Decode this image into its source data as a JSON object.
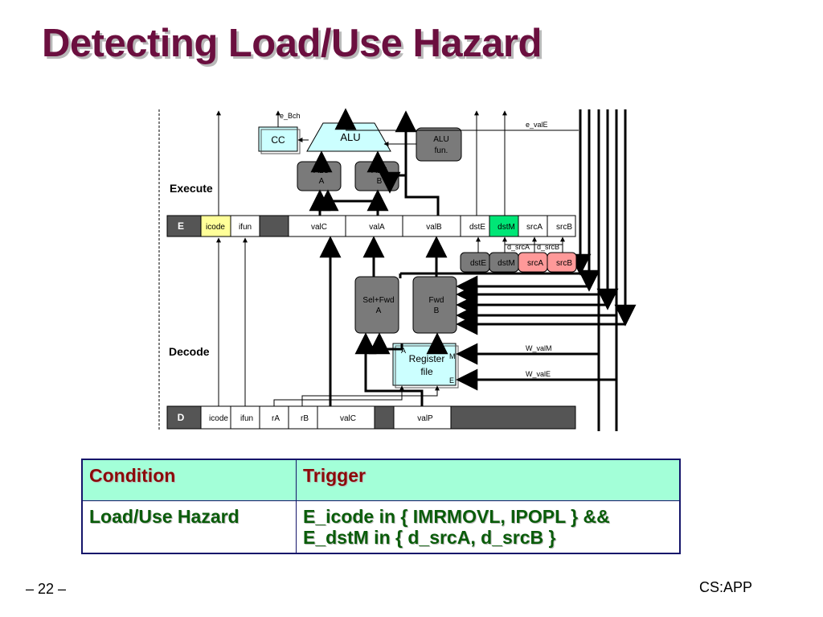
{
  "slide": {
    "title": "Detecting Load/Use Hazard",
    "page_number": "– 22 –",
    "brand": "CS:APP"
  },
  "diagram": {
    "stage_execute": "Execute",
    "stage_decode": "Decode",
    "e_bch": "e_Bch",
    "cc": "CC",
    "alu": "ALU",
    "alu_fun": [
      "ALU",
      "fun."
    ],
    "alu_a": [
      "ALU",
      "A"
    ],
    "alu_b": [
      "ALU",
      "B"
    ],
    "e_vale": "e_valE",
    "e_reg_label": "E",
    "e_fields": [
      "icode",
      "ifun",
      "valC",
      "valA",
      "valB",
      "dstE",
      "dstM",
      "srcA",
      "srcB"
    ],
    "d_src_labels": [
      "d_srcA",
      "d_srcB"
    ],
    "decode_fields": [
      "dstE",
      "dstM",
      "srcA",
      "srcB"
    ],
    "sel_fwd_a": [
      "Sel+Fwd",
      "A"
    ],
    "fwd_b": [
      "Fwd",
      "B"
    ],
    "register_file": [
      "Register",
      "file"
    ],
    "rf_ports": [
      "A",
      "B",
      "M",
      "E"
    ],
    "w_valm": "W_valM",
    "w_vale": "W_valE",
    "d_reg_label": "D",
    "d_fields": [
      "icode",
      "ifun",
      "rA",
      "rB",
      "valC",
      "valP"
    ],
    "colors": {
      "icode_highlight": "#ffff99",
      "dstM_highlight": "#00e676",
      "src_highlight": "#ff9999",
      "gray_block": "#7a7a7a",
      "register_file": "#ccffff",
      "cc_box": "#ccffff"
    }
  },
  "table": {
    "headers": [
      "Condition",
      "Trigger"
    ],
    "rows": [
      {
        "condition": "Load/Use Hazard",
        "trigger_lines": [
          "E_icode in { IMRMOVL, IPOPL } &&",
          "E_dstM in { d_srcA, d_srcB }"
        ]
      }
    ]
  }
}
